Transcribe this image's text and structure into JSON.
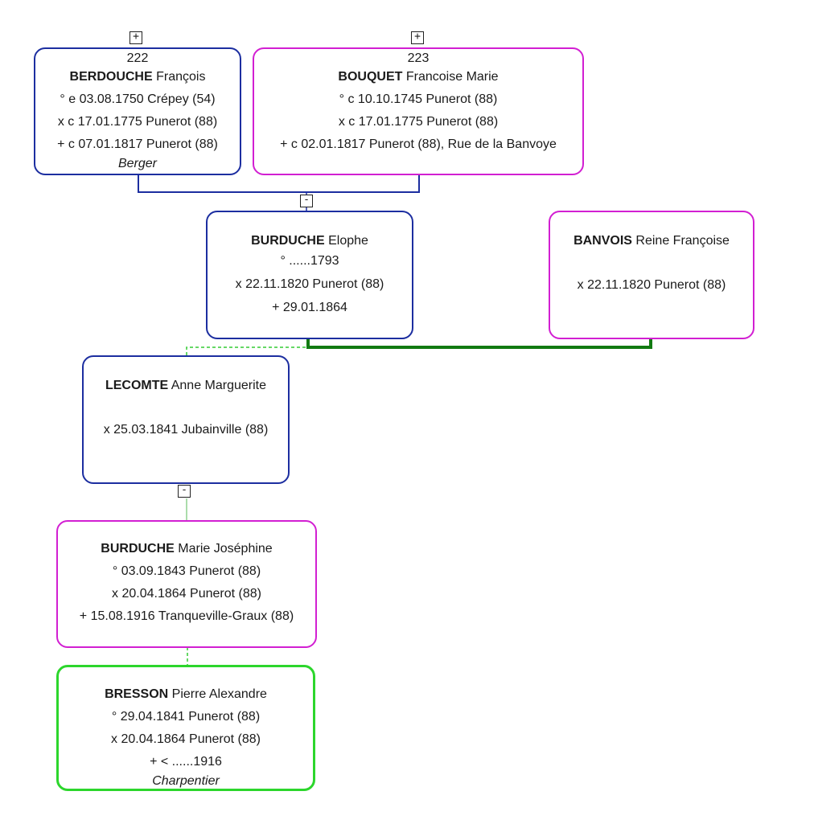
{
  "persons": {
    "berdouche_francois": {
      "number": "222",
      "surname": "BERDOUCHE",
      "given": "François",
      "lines": [
        "° e 03.08.1750 Crépey (54)",
        "x c 17.01.1775 Punerot (88)",
        "+ c 07.01.1817 Punerot (88)"
      ],
      "occupation": "Berger"
    },
    "bouquet_francoise": {
      "number": "223",
      "surname": "BOUQUET",
      "given": "Francoise Marie",
      "lines": [
        "° c 10.10.1745 Punerot (88)",
        "x c 17.01.1775 Punerot (88)",
        "+ c 02.01.1817 Punerot (88), Rue de la Banvoye"
      ]
    },
    "burduche_elophe": {
      "surname": "BURDUCHE",
      "given": "Elophe",
      "lines": [
        "° ......1793",
        "x 22.11.1820 Punerot (88)",
        "+ 29.01.1864"
      ]
    },
    "banvois_reine": {
      "surname": "BANVOIS",
      "given": "Reine Françoise",
      "lines": [
        "x 22.11.1820 Punerot (88)"
      ]
    },
    "lecomte_anne": {
      "surname": "LECOMTE",
      "given": "Anne Marguerite",
      "lines": [
        "x 25.03.1841 Jubainville (88)"
      ]
    },
    "burduche_marie": {
      "surname": "BURDUCHE",
      "given": "Marie Joséphine",
      "lines": [
        "° 03.09.1843 Punerot (88)",
        "x 20.04.1864 Punerot (88)",
        "+ 15.08.1916 Tranqueville-Graux (88)"
      ]
    },
    "bresson_pierre": {
      "surname": "BRESSON",
      "given": "Pierre Alexandre",
      "lines": [
        "° 29.04.1841 Punerot (88)",
        "x 20.04.1864 Punerot (88)",
        "+ < ......1916"
      ],
      "occupation": "Charpentier"
    }
  },
  "toggles": {
    "expand": "+",
    "collapse": "-"
  },
  "colors": {
    "male_border": "#1c2ea0",
    "female_border": "#d21fd2",
    "selected_border": "#2cd62c",
    "marriage_link": "#127a12",
    "child_link_dashed": "#33cc33"
  }
}
